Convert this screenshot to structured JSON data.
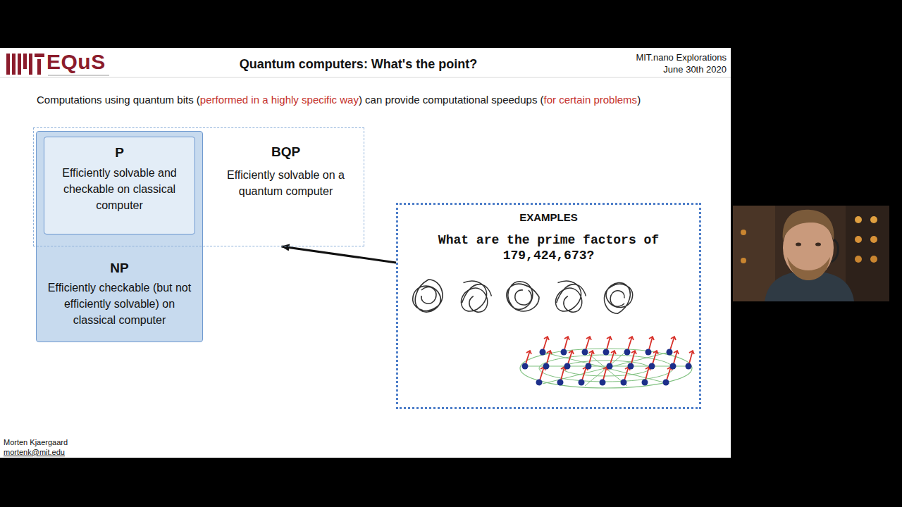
{
  "diagram": {
    "title": "Quantum computers: What's the point?",
    "nodes": [
      {
        "text": [
          "NP",
          "Efficiently checkable (but not efficiently solvable) on classical computer"
        ]
      },
      {
        "text": [
          "P",
          "Efficiently solvable and checkable on classical computer"
        ],
        "in": 0
      },
      {
        "text": [
          "BQP",
          "Efficiently solvable on a quantum computer"
        ]
      },
      {
        "text": [
          "EXAMPLES",
          "What are the prime factors of 179,424,673?"
        ]
      }
    ],
    "edges": [
      {
        "from": 3,
        "to": 2,
        "arrow": "to"
      }
    ],
    "labels": [
      "EQuS",
      "MIT.nano Explorations",
      "June 30th 2020",
      "Computations using quantum bits (",
      "performed in a highly specific way",
      ") can provide computational speedups (",
      "for certain problems",
      ")",
      "Morten Kjaergaard",
      "mortenk@mit.edu"
    ]
  }
}
